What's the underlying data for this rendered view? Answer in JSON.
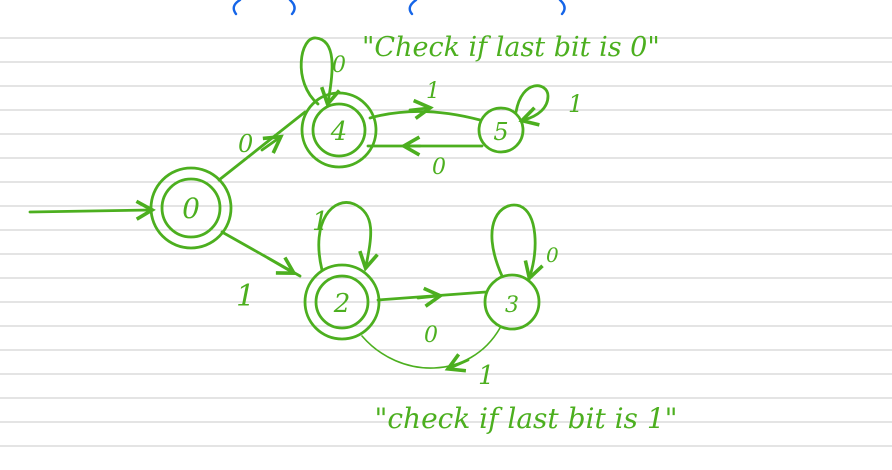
{
  "colors": {
    "ink": "#4caf1f",
    "ruled_line": "#c8c8c8",
    "blue_ink": "#1565e8",
    "background": "#ffffff"
  },
  "states": {
    "s0": "0",
    "s4": "4",
    "s5": "5",
    "s2": "2",
    "s3": "3"
  },
  "transitions": {
    "s0_to_s4": "0",
    "s0_to_s2": "1",
    "s4_self": "0",
    "s4_to_s5": "1",
    "s5_to_s4": "0",
    "s5_self": "1",
    "s2_self": "1",
    "s2_to_s3": "0",
    "s3_to_s2": "1",
    "s3_self": "0"
  },
  "notes": {
    "top": "\"Check if last bit is 0\"",
    "bottom": "\"check if last bit is 1\""
  }
}
